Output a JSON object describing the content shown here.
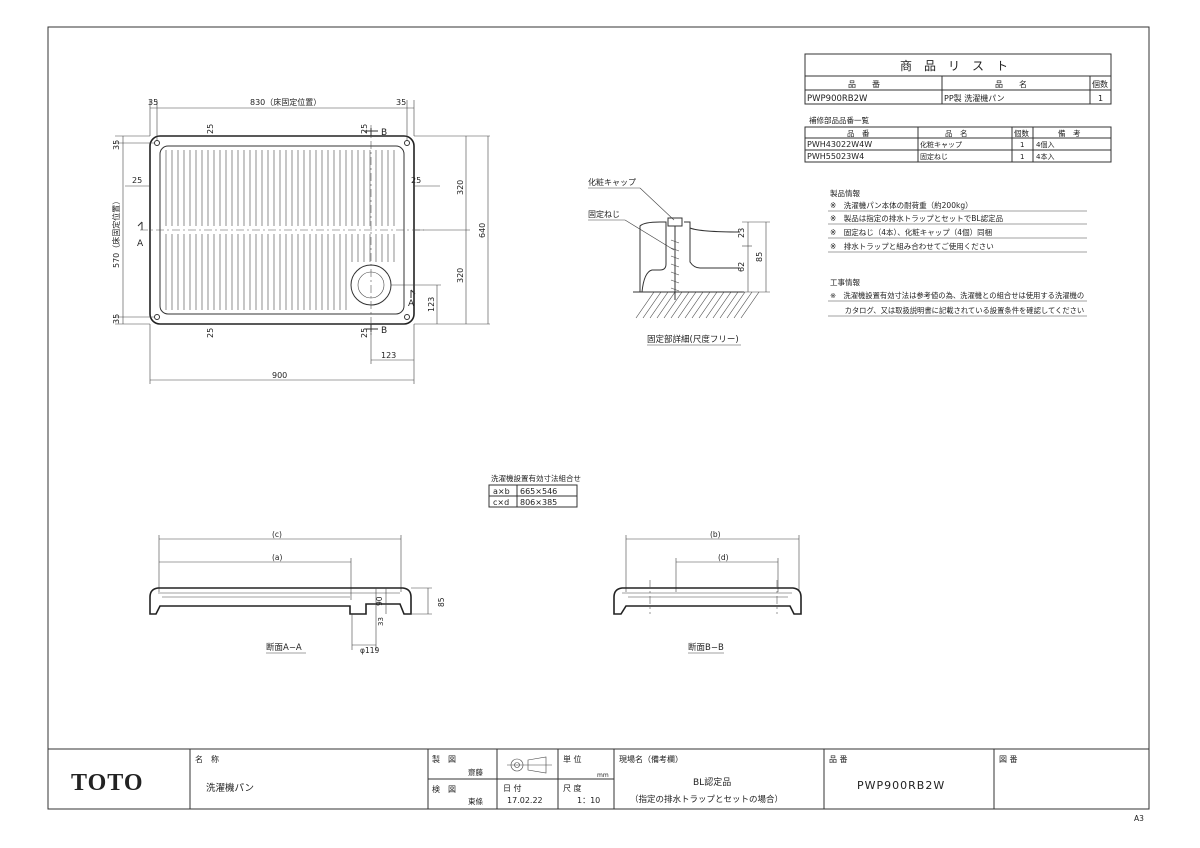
{
  "plan": {
    "dims": {
      "top_left": "35",
      "top_mid": "830（床固定位置）",
      "top_right": "35",
      "inner_top_left": "25",
      "inner_top_right": "25",
      "side_left": "25",
      "side_right": "25",
      "inner_bot_left": "25",
      "inner_bot_right": "25",
      "left_top": "35",
      "left_mid": "570（床固定位置）",
      "left_bot": "35",
      "right_h1": "320",
      "right_h2": "320",
      "right_total": "640",
      "drain_h": "123",
      "drain_w": "123",
      "overall_w": "900"
    },
    "section_marks": {
      "b": "B",
      "a": "A"
    }
  },
  "detail": {
    "label_cap": "化粧キャップ",
    "label_screw": "固定ねじ",
    "dim_23": "23",
    "dim_62": "62",
    "dim_85": "85",
    "caption": "固定部詳細(尺度フリー)"
  },
  "product_list": {
    "title": "商　品　リ　ス　ト",
    "headers": [
      "品　　番",
      "品　　名",
      "個数"
    ],
    "rows": [
      [
        "PWP900RB2W",
        "PP製 洗濯機パン",
        "1"
      ]
    ]
  },
  "repair_parts": {
    "title": "補修部品品番一覧",
    "headers": [
      "品　番",
      "品　名",
      "個数",
      "備　考"
    ],
    "rows": [
      [
        "PWH43022W4W",
        "化粧キャップ",
        "1",
        "4個入"
      ],
      [
        "PWH55023W4",
        "固定ねじ",
        "1",
        "4本入"
      ]
    ]
  },
  "product_info": {
    "title": "製品情報",
    "items": [
      "※　洗濯機パン本体の耐荷重（約200kg）",
      "※　製品は指定の排水トラップとセットでBL認定品",
      "※　固定ねじ（4本）、化粧キャップ（4個）同梱",
      "※　排水トラップと組み合わせてご使用ください"
    ]
  },
  "construction_info": {
    "title": "工事情報",
    "lines": [
      "※　洗濯機設置有効寸法は参考値の為、洗濯機との組合せは使用する洗濯機の",
      "　　カタログ、又は取扱説明書に記載されている設置条件を確認してください"
    ]
  },
  "effective_dims": {
    "title": "洗濯機設置有効寸法組合せ",
    "rows": [
      [
        "a×b",
        "665×546"
      ],
      [
        "c×d",
        "806×385"
      ]
    ]
  },
  "section_aa": {
    "dim_c": "(c)",
    "dim_a": "(a)",
    "dim_90": "90",
    "dim_85": "85",
    "dim_33": "33",
    "dim_phi": "φ119",
    "caption": "断面A−A"
  },
  "section_bb": {
    "dim_b": "(b)",
    "dim_d": "(d)",
    "caption": "断面B−B"
  },
  "title_block": {
    "logo": "TOTO",
    "name_label": "名　称",
    "name_value": "洗濯機パン",
    "drawn_label": "製　図",
    "drawn_by": "齋藤",
    "checked_label": "検　図",
    "checked_by": "東條",
    "date_label": "日 付",
    "date_value": "17.02.22",
    "unit_label": "単 位",
    "unit_value": "mm",
    "scale_label": "尺 度",
    "scale_value": "1：10",
    "site_label": "現場名（備考欄）",
    "site_line1": "BL認定品",
    "site_line2": "（指定の排水トラップとセットの場合）",
    "part_label": "品 番",
    "part_value": "PWP900RB2W",
    "drawing_no_label": "図 番",
    "drawing_no_value": ""
  },
  "sheet_size": "A3"
}
